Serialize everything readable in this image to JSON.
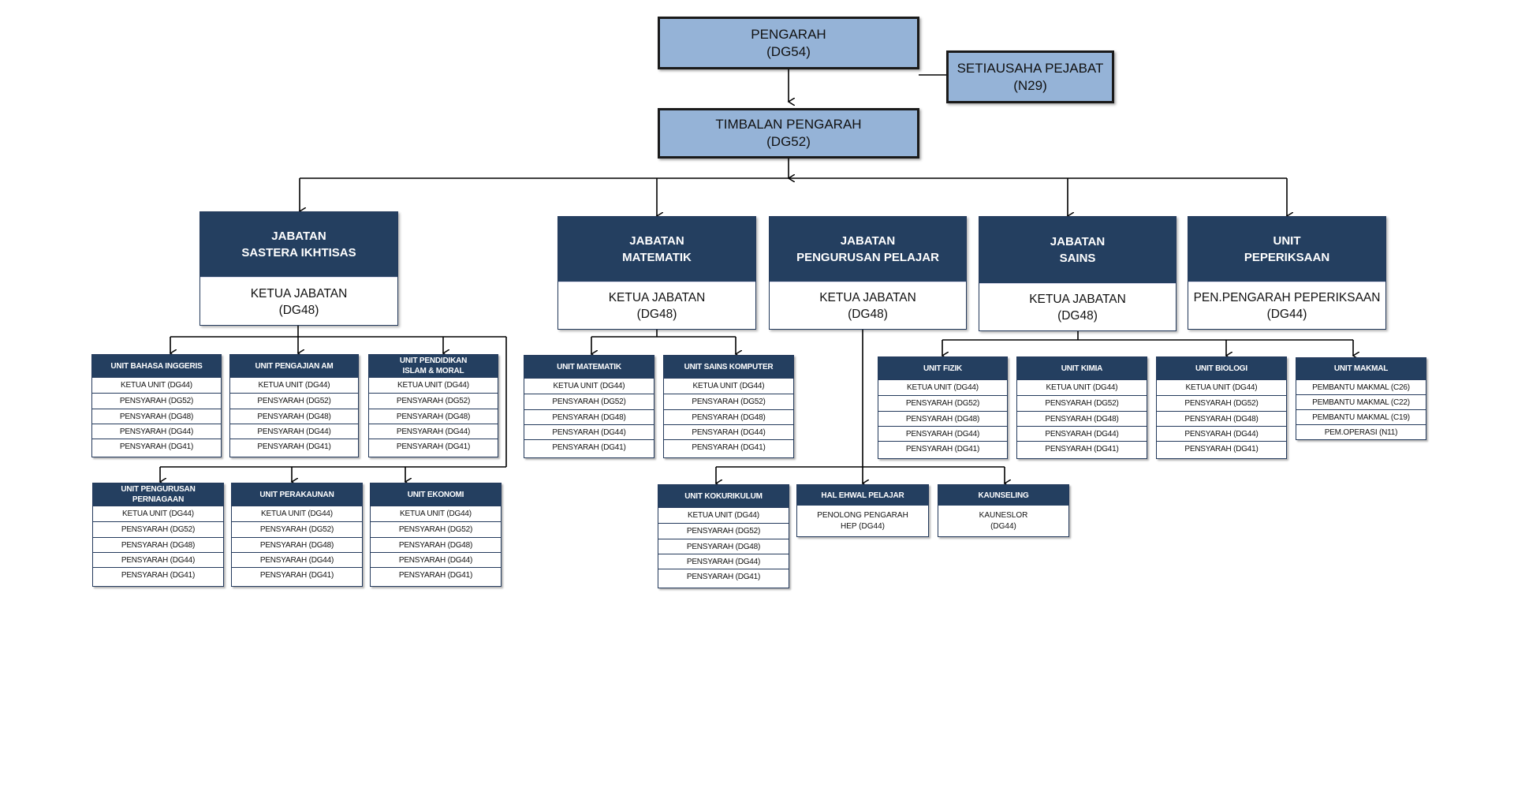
{
  "top": {
    "pengarah": {
      "title": "PENGARAH",
      "grade": "(DG54)"
    },
    "setiausaha": {
      "title": "SETIAUSAHA PEJABAT",
      "grade": "(N29)"
    },
    "timbalan": {
      "title": "TIMBALAN PENGARAH",
      "grade": "(DG52)"
    }
  },
  "departments": [
    {
      "head": [
        "JABATAN",
        "SASTERA IKHTISAS"
      ],
      "body": [
        "KETUA JABATAN",
        "(DG48)"
      ]
    },
    {
      "head": [
        "JABATAN",
        "MATEMATIK"
      ],
      "body": [
        "KETUA JABATAN",
        "(DG48)"
      ]
    },
    {
      "head": [
        "JABATAN",
        "PENGURUSAN PELAJAR"
      ],
      "body": [
        "KETUA JABATAN",
        "(DG48)"
      ]
    },
    {
      "head": [
        "JABATAN",
        "SAINS"
      ],
      "body": [
        "KETUA JABATAN",
        "(DG48)"
      ]
    },
    {
      "head": [
        "UNIT",
        "PEPERIKSAAN"
      ],
      "body": [
        "PEN.PENGARAH PEPERIKSAAN",
        "(DG44)"
      ]
    }
  ],
  "units": [
    {
      "head": [
        "UNIT BAHASA INGGERIS"
      ],
      "rows": [
        "KETUA UNIT (DG44)",
        "PENSYARAH (DG52)",
        "PENSYARAH (DG48)",
        "PENSYARAH (DG44)",
        "PENSYARAH (DG41)"
      ]
    },
    {
      "head": [
        "UNIT PENGAJIAN AM"
      ],
      "rows": [
        "KETUA UNIT (DG44)",
        "PENSYARAH (DG52)",
        "PENSYARAH (DG48)",
        "PENSYARAH (DG44)",
        "PENSYARAH (DG41)"
      ]
    },
    {
      "head": [
        "UNIT PENDIDIKAN",
        "ISLAM & MORAL"
      ],
      "rows": [
        "KETUA UNIT (DG44)",
        "PENSYARAH (DG52)",
        "PENSYARAH (DG48)",
        "PENSYARAH (DG44)",
        "PENSYARAH (DG41)"
      ]
    },
    {
      "head": [
        "UNIT PENGURUSAN",
        "PERNIAGAAN"
      ],
      "rows": [
        "KETUA UNIT (DG44)",
        "PENSYARAH (DG52)",
        "PENSYARAH (DG48)",
        "PENSYARAH (DG44)",
        "PENSYARAH (DG41)"
      ]
    },
    {
      "head": [
        "UNIT PERAKAUNAN"
      ],
      "rows": [
        "KETUA UNIT (DG44)",
        "PENSYARAH (DG52)",
        "PENSYARAH (DG48)",
        "PENSYARAH (DG44)",
        "PENSYARAH (DG41)"
      ]
    },
    {
      "head": [
        "UNIT EKONOMI"
      ],
      "rows": [
        "KETUA UNIT (DG44)",
        "PENSYARAH (DG52)",
        "PENSYARAH (DG48)",
        "PENSYARAH (DG44)",
        "PENSYARAH (DG41)"
      ]
    },
    {
      "head": [
        "UNIT MATEMATIK"
      ],
      "rows": [
        "KETUA UNIT (DG44)",
        "PENSYARAH (DG52)",
        "PENSYARAH (DG48)",
        "PENSYARAH (DG44)",
        "PENSYARAH (DG41)"
      ]
    },
    {
      "head": [
        "UNIT SAINS KOMPUTER"
      ],
      "rows": [
        "KETUA UNIT (DG44)",
        "PENSYARAH (DG52)",
        "PENSYARAH (DG48)",
        "PENSYARAH (DG44)",
        "PENSYARAH (DG41)"
      ]
    },
    {
      "head": [
        "UNIT KOKURIKULUM"
      ],
      "rows": [
        "KETUA UNIT (DG44)",
        "PENSYARAH (DG52)",
        "PENSYARAH (DG48)",
        "PENSYARAH (DG44)",
        "PENSYARAH (DG41)"
      ]
    },
    {
      "head": [
        "HAL EHWAL PELAJAR"
      ],
      "single": [
        "PENOLONG PENGARAH",
        "HEP (DG44)"
      ]
    },
    {
      "head": [
        "KAUNSELING"
      ],
      "single": [
        "KAUNESLOR",
        "(DG44)"
      ]
    },
    {
      "head": [
        "UNIT FIZIK"
      ],
      "rows": [
        "KETUA UNIT (DG44)",
        "PENSYARAH (DG52)",
        "PENSYARAH (DG48)",
        "PENSYARAH (DG44)",
        "PENSYARAH (DG41)"
      ]
    },
    {
      "head": [
        "UNIT KIMIA"
      ],
      "rows": [
        "KETUA UNIT (DG44)",
        "PENSYARAH (DG52)",
        "PENSYARAH (DG48)",
        "PENSYARAH (DG44)",
        "PENSYARAH (DG41)"
      ]
    },
    {
      "head": [
        "UNIT BIOLOGI"
      ],
      "rows": [
        "KETUA UNIT (DG44)",
        "PENSYARAH (DG52)",
        "PENSYARAH (DG48)",
        "PENSYARAH (DG44)",
        "PENSYARAH (DG41)"
      ]
    },
    {
      "head": [
        "UNIT MAKMAL"
      ],
      "rows": [
        "PEMBANTU MAKMAL (C26)",
        "PEMBANTU MAKMAL (C22)",
        "PEMBANTU MAKMAL (C19)",
        "PEM.OPERASI (N11)"
      ]
    }
  ]
}
